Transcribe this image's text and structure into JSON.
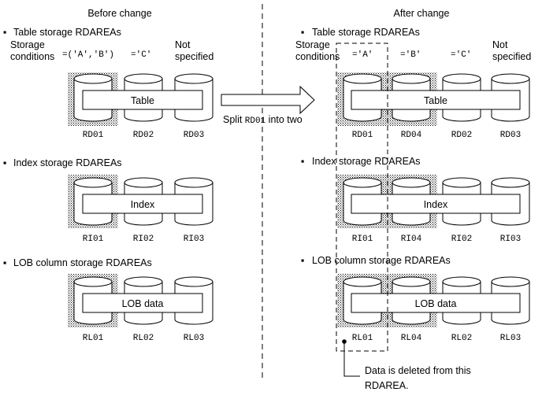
{
  "before": {
    "heading": "Before change",
    "table_section": "Table storage RDAREAs",
    "storage_label_line1": "Storage",
    "storage_label_line2": "conditions",
    "conditions": [
      "=('A','B')",
      "='C'"
    ],
    "not_specified_line1": "Not",
    "not_specified_line2": "specified",
    "table_bar": "Table",
    "table_areas": [
      "RD01",
      "RD02",
      "RD03"
    ],
    "index_section": "Index storage RDAREAs",
    "index_bar": "Index",
    "index_areas": [
      "RI01",
      "RI02",
      "RI03"
    ],
    "lob_section": "LOB column storage RDAREAs",
    "lob_bar": "LOB data",
    "lob_areas": [
      "RL01",
      "RL02",
      "RL03"
    ]
  },
  "after": {
    "heading": "After change",
    "table_section": "Table storage RDAREAs",
    "storage_label_line1": "Storage",
    "storage_label_line2": "conditions",
    "conditions": [
      "='A'",
      "='B'",
      "='C'"
    ],
    "not_specified_line1": "Not",
    "not_specified_line2": "specified",
    "table_bar": "Table",
    "table_areas": [
      "RD01",
      "RD04",
      "RD02",
      "RD03"
    ],
    "index_section": "Index storage RDAREAs",
    "index_bar": "Index",
    "index_areas": [
      "RI01",
      "RI04",
      "RI02",
      "RI03"
    ],
    "lob_section": "LOB column storage RDAREAs",
    "lob_bar": "LOB data",
    "lob_areas": [
      "RL01",
      "RL04",
      "RL02",
      "RL03"
    ],
    "note_line1": "Data is deleted from this",
    "note_line2": "RDAREA."
  },
  "split": {
    "prefix": "Split ",
    "area": "RD01",
    "suffix": " into two"
  },
  "bullet": "▪"
}
